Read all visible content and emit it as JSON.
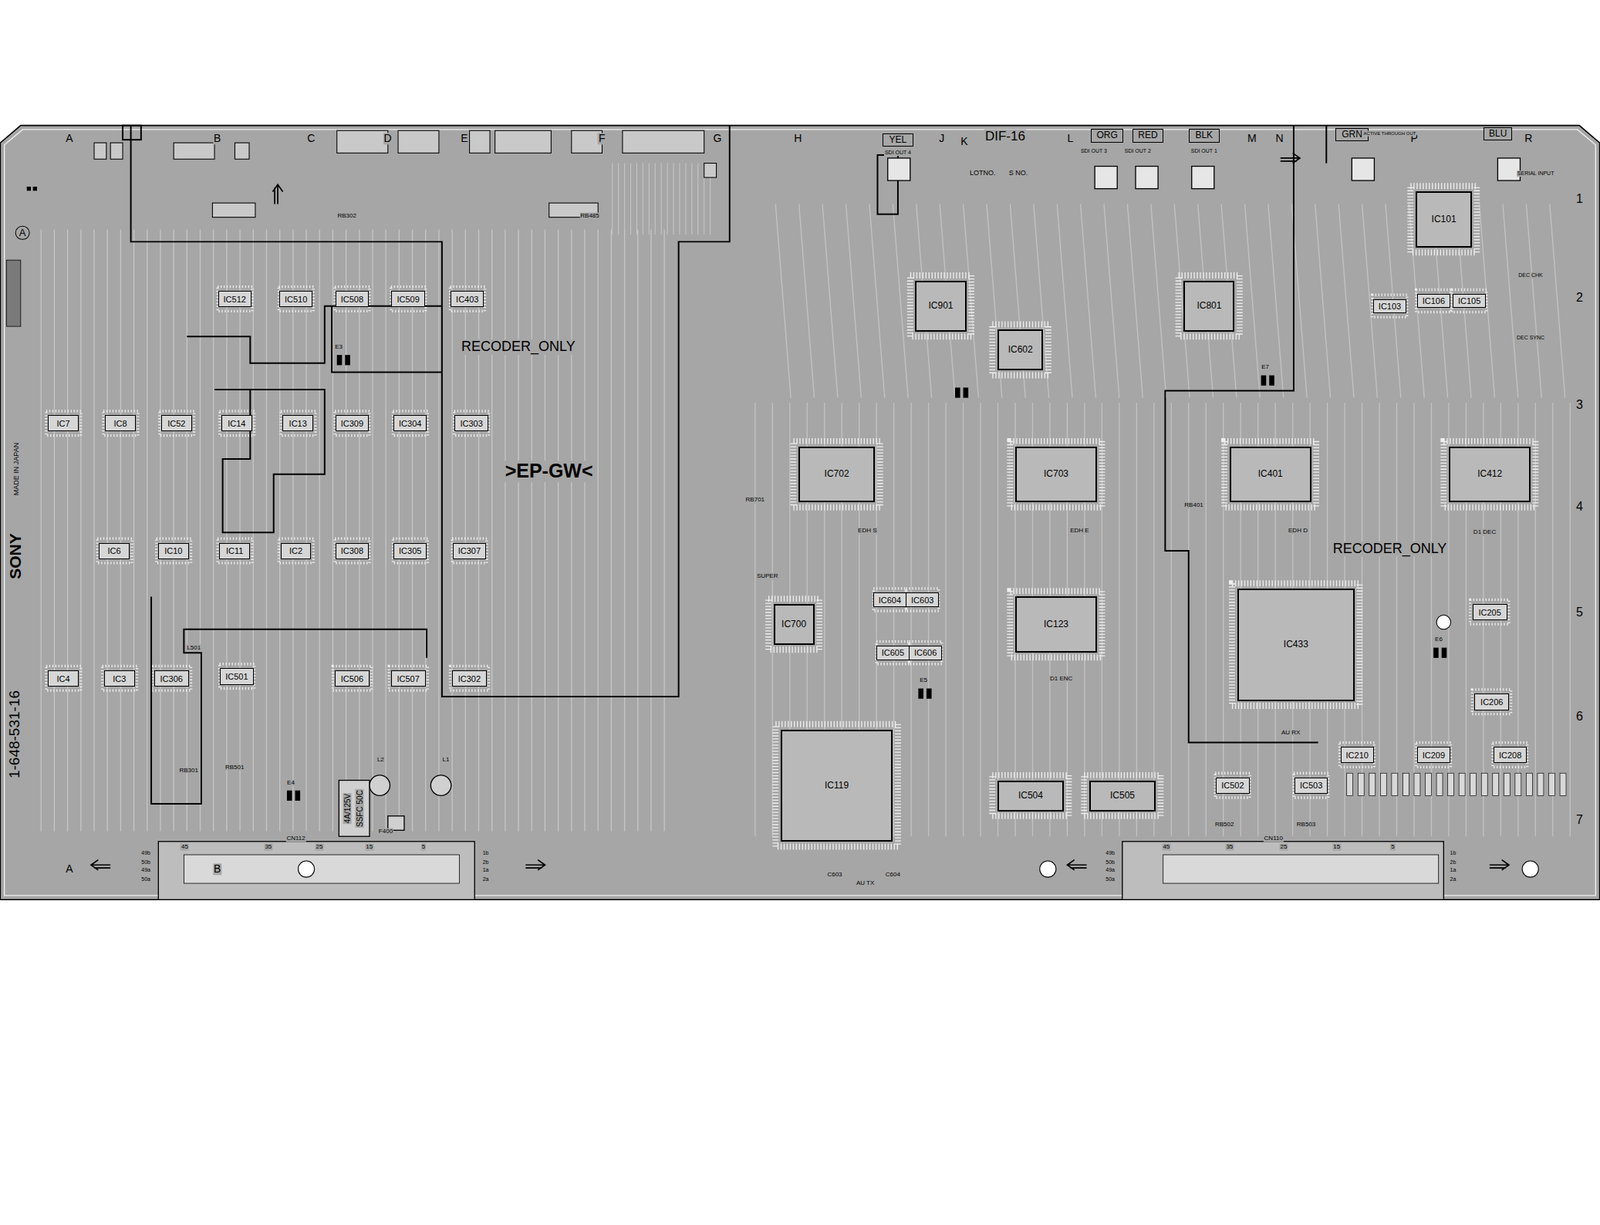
{
  "diagram": {
    "nodes": [
      {
        "text": [
          "YEL"
        ]
      },
      {
        "text": [
          "ORG"
        ]
      },
      {
        "text": [
          "RED"
        ]
      },
      {
        "text": [
          "BLK"
        ]
      },
      {
        "text": [
          "GRN"
        ]
      },
      {
        "text": [
          "BLU"
        ]
      },
      {
        "text": [
          "IC512"
        ]
      },
      {
        "text": [
          "IC510"
        ]
      },
      {
        "text": [
          "IC508"
        ]
      },
      {
        "text": [
          "IC509"
        ]
      },
      {
        "text": [
          "IC403"
        ]
      },
      {
        "text": [
          "IC7"
        ]
      },
      {
        "text": [
          "IC8"
        ]
      },
      {
        "text": [
          "IC52"
        ]
      },
      {
        "text": [
          "IC14"
        ]
      },
      {
        "text": [
          "IC13"
        ]
      },
      {
        "text": [
          "IC309"
        ]
      },
      {
        "text": [
          "IC304"
        ]
      },
      {
        "text": [
          "IC303"
        ]
      },
      {
        "text": [
          "IC6"
        ]
      },
      {
        "text": [
          "IC10"
        ]
      },
      {
        "text": [
          "IC11"
        ]
      },
      {
        "text": [
          "IC2"
        ]
      },
      {
        "text": [
          "IC308"
        ]
      },
      {
        "text": [
          "IC305"
        ]
      },
      {
        "text": [
          "IC307"
        ]
      },
      {
        "text": [
          "IC4"
        ]
      },
      {
        "text": [
          "IC3"
        ]
      },
      {
        "text": [
          "IC306"
        ]
      },
      {
        "text": [
          "IC501"
        ]
      },
      {
        "text": [
          "IC506"
        ]
      },
      {
        "text": [
          "IC507"
        ]
      },
      {
        "text": [
          "IC302"
        ]
      },
      {
        "text": [
          "IC901"
        ]
      },
      {
        "text": [
          "IC602"
        ]
      },
      {
        "text": [
          "IC801"
        ]
      },
      {
        "text": [
          "IC101"
        ]
      },
      {
        "text": [
          "IC103"
        ]
      },
      {
        "text": [
          "IC106"
        ]
      },
      {
        "text": [
          "IC105"
        ]
      },
      {
        "text": [
          "IC702"
        ]
      },
      {
        "text": [
          "IC703"
        ]
      },
      {
        "text": [
          "IC401"
        ]
      },
      {
        "text": [
          "IC412"
        ]
      },
      {
        "text": [
          "IC700"
        ]
      },
      {
        "text": [
          "IC604"
        ]
      },
      {
        "text": [
          "IC603"
        ]
      },
      {
        "text": [
          "IC605"
        ]
      },
      {
        "text": [
          "IC606"
        ]
      },
      {
        "text": [
          "IC123"
        ]
      },
      {
        "text": [
          "IC433"
        ]
      },
      {
        "text": [
          "IC119"
        ]
      },
      {
        "text": [
          "IC504"
        ]
      },
      {
        "text": [
          "IC505"
        ]
      },
      {
        "text": [
          "IC502"
        ]
      },
      {
        "text": [
          "IC503"
        ]
      },
      {
        "text": [
          "IC210"
        ]
      },
      {
        "text": [
          "IC209"
        ]
      },
      {
        "text": [
          "IC208"
        ]
      },
      {
        "text": [
          "IC205"
        ]
      },
      {
        "text": [
          "IC206"
        ]
      }
    ],
    "labels": [
      "A",
      "B",
      "C",
      "D",
      "E",
      "F",
      "G",
      "H",
      "J",
      "K",
      "L",
      "M",
      "N",
      "P",
      "R",
      "A",
      "B",
      "1",
      "2",
      "3",
      "4",
      "5",
      "6",
      "7",
      "DIF-16",
      "1-648-531-16",
      "SONY",
      "MADE IN JAPAN",
      "A",
      "RECODER_ONLY",
      "RECODER_ONLY",
      ">EP-GW<",
      "CN112",
      "CN110",
      "45",
      "35",
      "25",
      "15",
      "5",
      "49b",
      "50b",
      "49a",
      "50a",
      "1b",
      "2b",
      "1a",
      "2a",
      "45",
      "35",
      "25",
      "15",
      "5",
      "49b",
      "50b",
      "49a",
      "50a",
      "1b",
      "2b",
      "1a",
      "2a",
      "4A/125V",
      "SSFC 50C",
      "SDI OUT 4",
      "SDI OUT 3",
      "SDI OUT 2",
      "SDI OUT 1",
      "ACTIVE THROUGH OUT",
      "LOTNO.",
      "S NO.",
      "SERIAL INPUT",
      "DEC CHK",
      "DEC SYNC",
      "AU RX",
      "AU TX",
      "D1 ENC",
      "D1 DEC",
      "EDH S",
      "EDH E",
      "EDH D",
      "SUPER",
      "RB501",
      "RB502",
      "RB503",
      "RB485",
      "RB302",
      "F400",
      "L1",
      "L2",
      "C603",
      "C604",
      "L501",
      "RB301",
      "RB401",
      "RB701",
      "E3",
      "E4",
      "E5",
      "E6",
      "E7"
    ]
  }
}
